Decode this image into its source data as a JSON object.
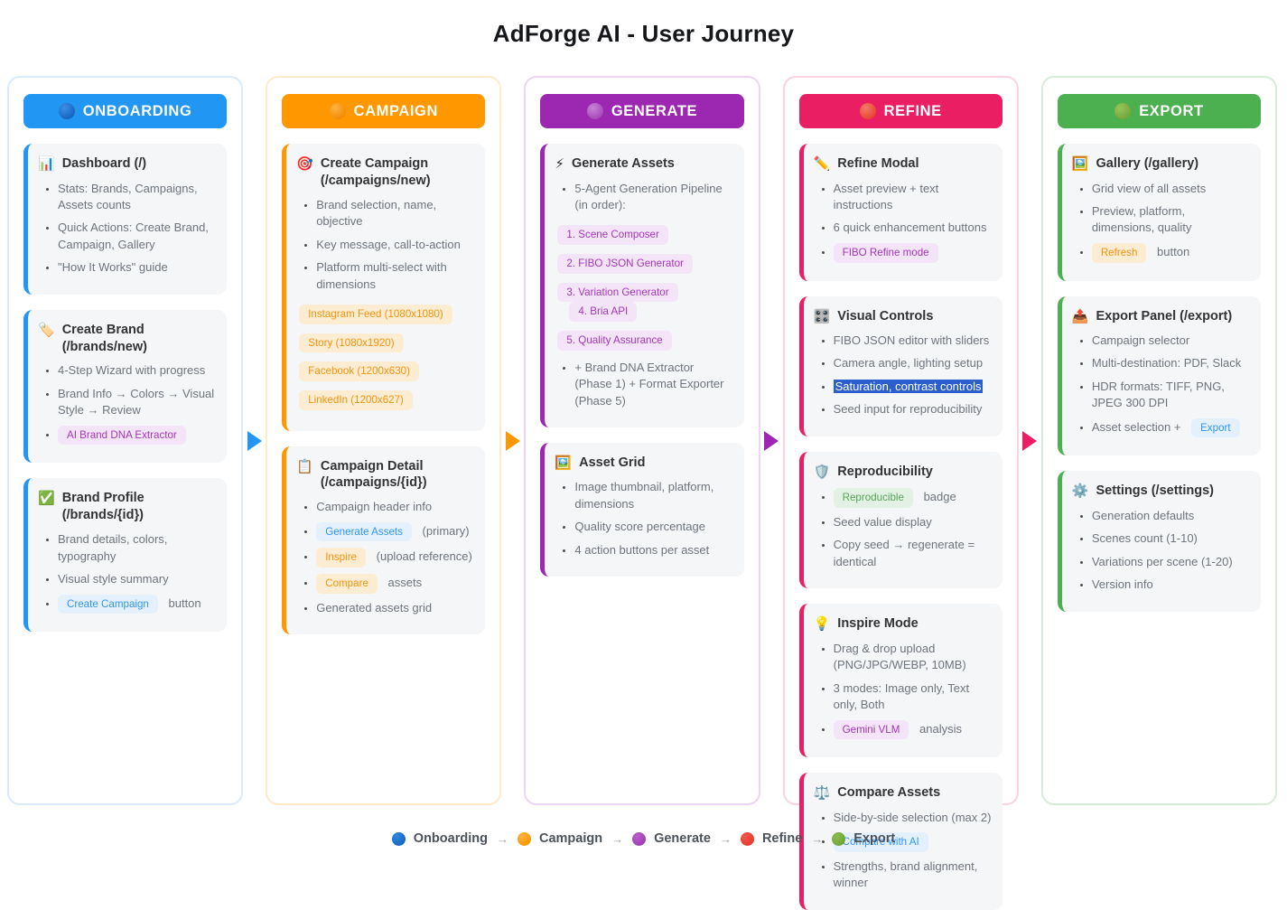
{
  "title": "AdForge AI - User Journey",
  "selection_highlight_color": "#2b5fce",
  "arrow_colors": [
    "#2196f3",
    "#ff9800",
    "#9c27b0",
    "#e91e63"
  ],
  "columns": [
    {
      "header": "ONBOARDING",
      "color": "#2196f3",
      "dot_color": "#1565c0",
      "cards": [
        {
          "icon": "📊",
          "title": "Dashboard (/)",
          "rows": [
            {
              "text": "Stats: Brands, Campaigns, Assets counts"
            },
            {
              "text": "Quick Actions: Create Brand, Campaign, Gallery"
            },
            {
              "text": "\"How It Works\" guide"
            }
          ]
        },
        {
          "icon": "🏷️",
          "title": "Create Brand (/brands/new)",
          "rows": [
            {
              "text": "4-Step Wizard with progress"
            },
            {
              "text": "Brand Info → Colors → Visual Style → Review"
            },
            {
              "badge": "AI Brand DNA Extractor",
              "style": "purple"
            }
          ]
        },
        {
          "icon": "✅",
          "title": "Brand Profile (/brands/{id})",
          "rows": [
            {
              "text": "Brand details, colors, typography"
            },
            {
              "text": "Visual style summary"
            },
            {
              "badge": "Create Campaign",
              "style": "blue",
              "suffix": "button"
            }
          ]
        }
      ]
    },
    {
      "header": "CAMPAIGN",
      "color": "#ff9800",
      "dot_color": "#f08a00",
      "cards": [
        {
          "icon": "🎯",
          "title": "Create Campaign (/campaigns/new)",
          "rows": [
            {
              "text": "Brand selection, name, objective"
            },
            {
              "text": "Key message, call-to-action"
            },
            {
              "text": "Platform multi-select with dimensions"
            }
          ],
          "badge_lines": [
            [
              "Instagram Feed (1080x1080)"
            ],
            [
              "Story (1080x1920)"
            ],
            [
              "Facebook (1200x630)"
            ],
            [
              "LinkedIn (1200x627)"
            ]
          ]
        },
        {
          "icon": "📋",
          "title": "Campaign Detail (/campaigns/{id})",
          "rows": [
            {
              "text": "Campaign header info"
            },
            {
              "badge": "Generate Assets",
              "style": "blue",
              "suffix": "(primary)"
            },
            {
              "badge": "Inspire",
              "style": "orange",
              "suffix": "(upload reference)"
            },
            {
              "badge": "Compare",
              "style": "orange",
              "suffix": "assets"
            },
            {
              "text": "Generated assets grid"
            }
          ]
        }
      ]
    },
    {
      "header": "GENERATE",
      "color": "#9c27b0",
      "dot_color": "#a646ba",
      "cards": [
        {
          "icon": "⚡",
          "title": "Generate Assets",
          "rows": [
            {
              "text": "5-Agent Generation Pipeline (in order):"
            }
          ],
          "badge_lines": [
            [
              "1. Scene Composer"
            ],
            [
              "2. FIBO JSON Generator"
            ],
            [
              "3. Variation Generator",
              "4. Bria API"
            ],
            [
              "5. Quality Assurance"
            ]
          ],
          "rows2": [
            {
              "text": "+ Brand DNA Extractor (Phase 1) + Format Exporter (Phase 5)",
              "small": true
            }
          ]
        },
        {
          "icon": "🖼️",
          "title": "Asset Grid",
          "rows": [
            {
              "text": "Image thumbnail, platform, dimensions"
            },
            {
              "text": "Quality score percentage"
            },
            {
              "text": "4 action buttons per asset"
            }
          ]
        }
      ]
    },
    {
      "header": "REFINE",
      "color": "#e91e63",
      "dot_color": "#e84330",
      "cards": [
        {
          "icon": "✏️",
          "title": "Refine Modal",
          "rows": [
            {
              "text": "Asset preview + text instructions"
            },
            {
              "text": "6 quick enhancement buttons"
            },
            {
              "badge": "FIBO Refine mode",
              "style": "purple"
            }
          ]
        },
        {
          "icon": "🎛️",
          "title": "Visual Controls",
          "rows": [
            {
              "text": "FIBO JSON editor with sliders"
            },
            {
              "text": "Camera angle, lighting setup"
            },
            {
              "text": "Saturation, contrast controls",
              "highlight": true
            },
            {
              "text": "Seed input for reproducibility"
            }
          ]
        },
        {
          "icon": "🛡️",
          "title": "Reproducibility",
          "rows": [
            {
              "badge": "Reproducible",
              "style": "green",
              "suffix": "badge"
            },
            {
              "text": "Seed value display"
            },
            {
              "text": "Copy seed → regenerate = identical"
            }
          ]
        },
        {
          "icon": "💡",
          "title": "Inspire Mode",
          "rows": [
            {
              "text": "Drag & drop upload (PNG/JPG/WEBP, 10MB)"
            },
            {
              "text": "3 modes: Image only, Text only, Both"
            },
            {
              "badge": "Gemini VLM",
              "style": "purple",
              "suffix": "analysis"
            }
          ]
        },
        {
          "icon": "⚖️",
          "title": "Compare Assets",
          "rows": [
            {
              "text": "Side-by-side selection (max 2)"
            },
            {
              "badge": "Compare with AI",
              "style": "blue"
            },
            {
              "text": "Strengths, brand alignment, winner"
            }
          ]
        }
      ]
    },
    {
      "header": "EXPORT",
      "color": "#4caf50",
      "dot_color": "#74a63a",
      "cards": [
        {
          "icon": "🖼️",
          "title": "Gallery (/gallery)",
          "rows": [
            {
              "text": "Grid view of all assets"
            },
            {
              "text": "Preview, platform, dimensions, quality"
            },
            {
              "badge": "Refresh",
              "style": "orange",
              "suffix": "button"
            }
          ]
        },
        {
          "icon": "📤",
          "title": "Export Panel (/export)",
          "rows": [
            {
              "text": "Campaign selector"
            },
            {
              "text": "Multi-destination: PDF, Slack"
            },
            {
              "text": "HDR formats: TIFF, PNG, JPEG 300 DPI"
            },
            {
              "prefix": "Asset selection +",
              "badge": "Export",
              "style": "blue"
            }
          ]
        },
        {
          "icon": "⚙️",
          "title": "Settings (/settings)",
          "rows": [
            {
              "text": "Generation defaults"
            },
            {
              "text": "Scenes count (1-10)"
            },
            {
              "text": "Variations per scene (1-20)"
            },
            {
              "text": "Version info"
            }
          ]
        }
      ]
    }
  ],
  "legend": {
    "arrow": "→",
    "items": [
      {
        "label": "Onboarding",
        "color": "#1976d2"
      },
      {
        "label": "Campaign",
        "color": "#ffa000"
      },
      {
        "label": "Generate",
        "color": "#ab47bc"
      },
      {
        "label": "Refine",
        "color": "#ef4444"
      },
      {
        "label": "Export",
        "color": "#7cb342"
      }
    ]
  }
}
